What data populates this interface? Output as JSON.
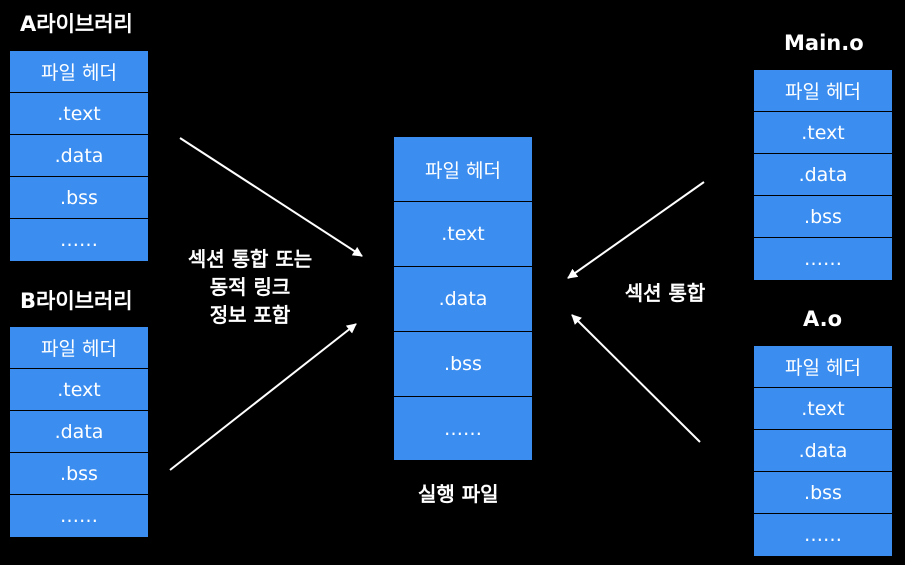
{
  "libA": {
    "title": "A라이브러리",
    "sections": [
      "파일 헤더",
      ".text",
      ".data",
      ".bss",
      "……"
    ]
  },
  "libB": {
    "title": "B라이브러리",
    "sections": [
      "파일 헤더",
      ".text",
      ".data",
      ".bss",
      "……"
    ]
  },
  "exe": {
    "title": "실행 파일",
    "sections": [
      "파일 헤더",
      ".text",
      ".data",
      ".bss",
      "……"
    ]
  },
  "main": {
    "title": "Main.o",
    "sections": [
      "파일 헤더",
      ".text",
      ".data",
      ".bss",
      "……"
    ]
  },
  "ao": {
    "title": "A.o",
    "sections": [
      "파일 헤더",
      ".text",
      ".data",
      ".bss",
      "……"
    ]
  },
  "left_label": {
    "line1": "섹션 통합 또는",
    "line2": "동적 링크",
    "line3": "정보 포함"
  },
  "right_label": "섹션 통합",
  "colors": {
    "block": "#3b8ef0",
    "background": "#000000",
    "text": "#ffffff"
  }
}
